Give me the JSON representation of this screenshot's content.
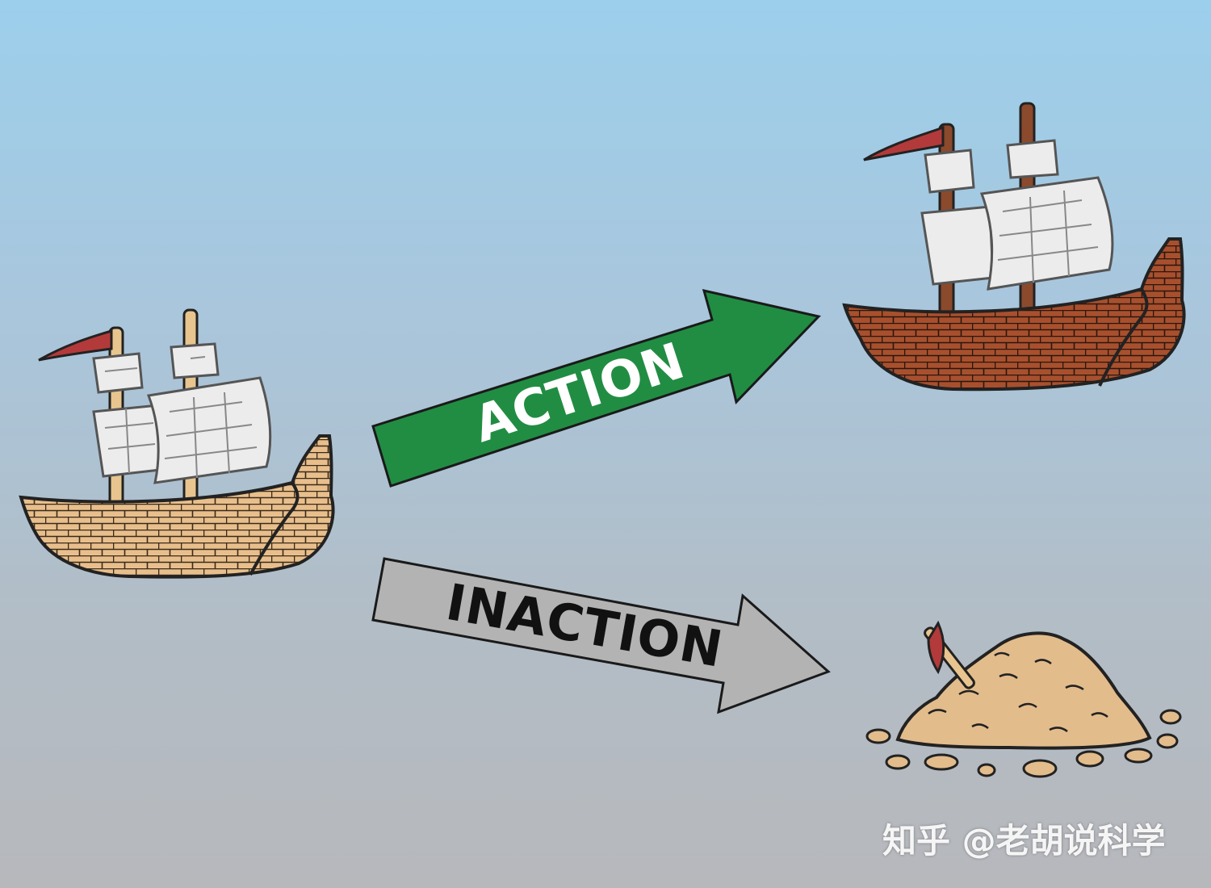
{
  "labels": {
    "action": "ACTION",
    "inaction": "INACTION"
  },
  "watermark": "知乎 @老胡说科学",
  "colors": {
    "sky_top": "#9ccfec",
    "sky_bottom": "#b7b8bc",
    "action_arrow": "#218d43",
    "inaction_arrow": "#b3b3b3",
    "hull_plain": "#e8bf8c",
    "hull_upgraded": "#a8502e",
    "sail": "#ececec",
    "flag": "#b33a3a",
    "mast": "#e8c58e",
    "mast_upgraded": "#8b4a2c",
    "sand": "#e3bc8c"
  },
  "icons": [
    "plain-ship-icon",
    "upgraded-ship-icon",
    "wreck-pile-icon",
    "flag-icon"
  ]
}
